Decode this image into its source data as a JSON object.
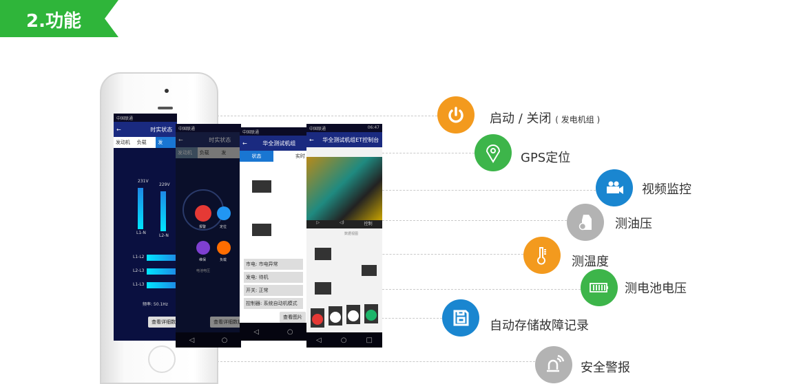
{
  "banner": {
    "title": "2.功能"
  },
  "features": [
    {
      "label": "启动 / 关闭",
      "sub": "( 发电机组 )",
      "icon": "power-icon",
      "color": "#f39a1e"
    },
    {
      "label": "GPS定位",
      "icon": "location-pin-icon",
      "color": "#3db54a"
    },
    {
      "label": "视频监控",
      "icon": "video-camera-icon",
      "color": "#1a86d0"
    },
    {
      "label": "测油压",
      "icon": "oil-can-icon",
      "color": "#b3b3b3"
    },
    {
      "label": "测温度",
      "icon": "thermometer-icon",
      "color": "#f39a1e"
    },
    {
      "label": "测电池电压",
      "icon": "battery-icon",
      "color": "#3db54a"
    },
    {
      "label": "自动存储故障记录",
      "icon": "floppy-disk-icon",
      "color": "#1a86d0"
    },
    {
      "label": "安全警报",
      "icon": "alarm-siren-icon",
      "color": "#b3b3b3"
    }
  ],
  "screens": {
    "s1": {
      "carrier": "中国联通",
      "title": "时实状态",
      "tabs": [
        "发动机",
        "负载",
        "发"
      ],
      "v1": "231V",
      "v2": "229V",
      "l1": "L1-N",
      "l2": "L2-N",
      "ll": [
        "L1-L2",
        "L2-L3",
        "L1-L3"
      ],
      "freq": "频率: 50.1Hz",
      "button": "查看详细数据"
    },
    "s2": {
      "carrier": "中国联通",
      "title": "时实状态",
      "tabs": [
        "发动机",
        "负载",
        "发"
      ],
      "icons": [
        "报警",
        "定位",
        "维保",
        "负载"
      ],
      "battery": "电池电压",
      "button": "查看详细数据"
    },
    "s3": {
      "carrier": "中国联通",
      "title": "华全测试机组",
      "tabs": [
        "状态",
        "实时"
      ],
      "rows": [
        "市电:  市电异常",
        "发电:  待机",
        "开关:  正常",
        "控制器:  系统自动机模式"
      ],
      "button": "查看图片"
    },
    "s4": {
      "carrier": "中国联通",
      "time": "06:47",
      "title": "华全测试机组ET控制台",
      "ctrl": "控制",
      "view": "数据视图"
    }
  }
}
